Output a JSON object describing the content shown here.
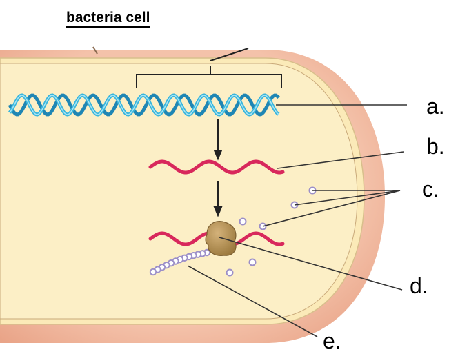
{
  "title": "bacteria cell",
  "labels": {
    "a": "a.",
    "b": "b.",
    "c": "c.",
    "d": "d.",
    "e": "e."
  },
  "colors": {
    "outer_wall": "#f2b8a0",
    "cytoplasm": "#fbeab8",
    "dna": "#39b6dc",
    "mrna": "#d8285c",
    "ribosome": "#b89150",
    "amino_acid": "#9c8fc8"
  }
}
